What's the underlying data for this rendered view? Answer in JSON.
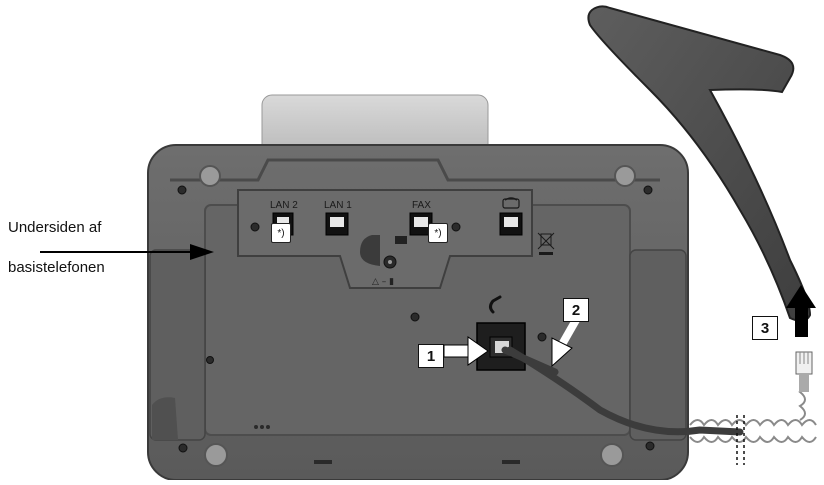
{
  "labels": {
    "bottom_line1": "Undersiden af",
    "bottom_line2": "basistelefonen"
  },
  "ports": {
    "lan2": "LAN 2",
    "lan1": "LAN 1",
    "fax": "FAX"
  },
  "notes": {
    "footnote_mark": "*)"
  },
  "callouts": {
    "step1": "1",
    "step2": "2",
    "step3": "3"
  },
  "icons": [
    "handset-port-icon",
    "weee-bin-icon",
    "power-socket-icon",
    "phone-receiver-icon",
    "arrow-icon"
  ]
}
